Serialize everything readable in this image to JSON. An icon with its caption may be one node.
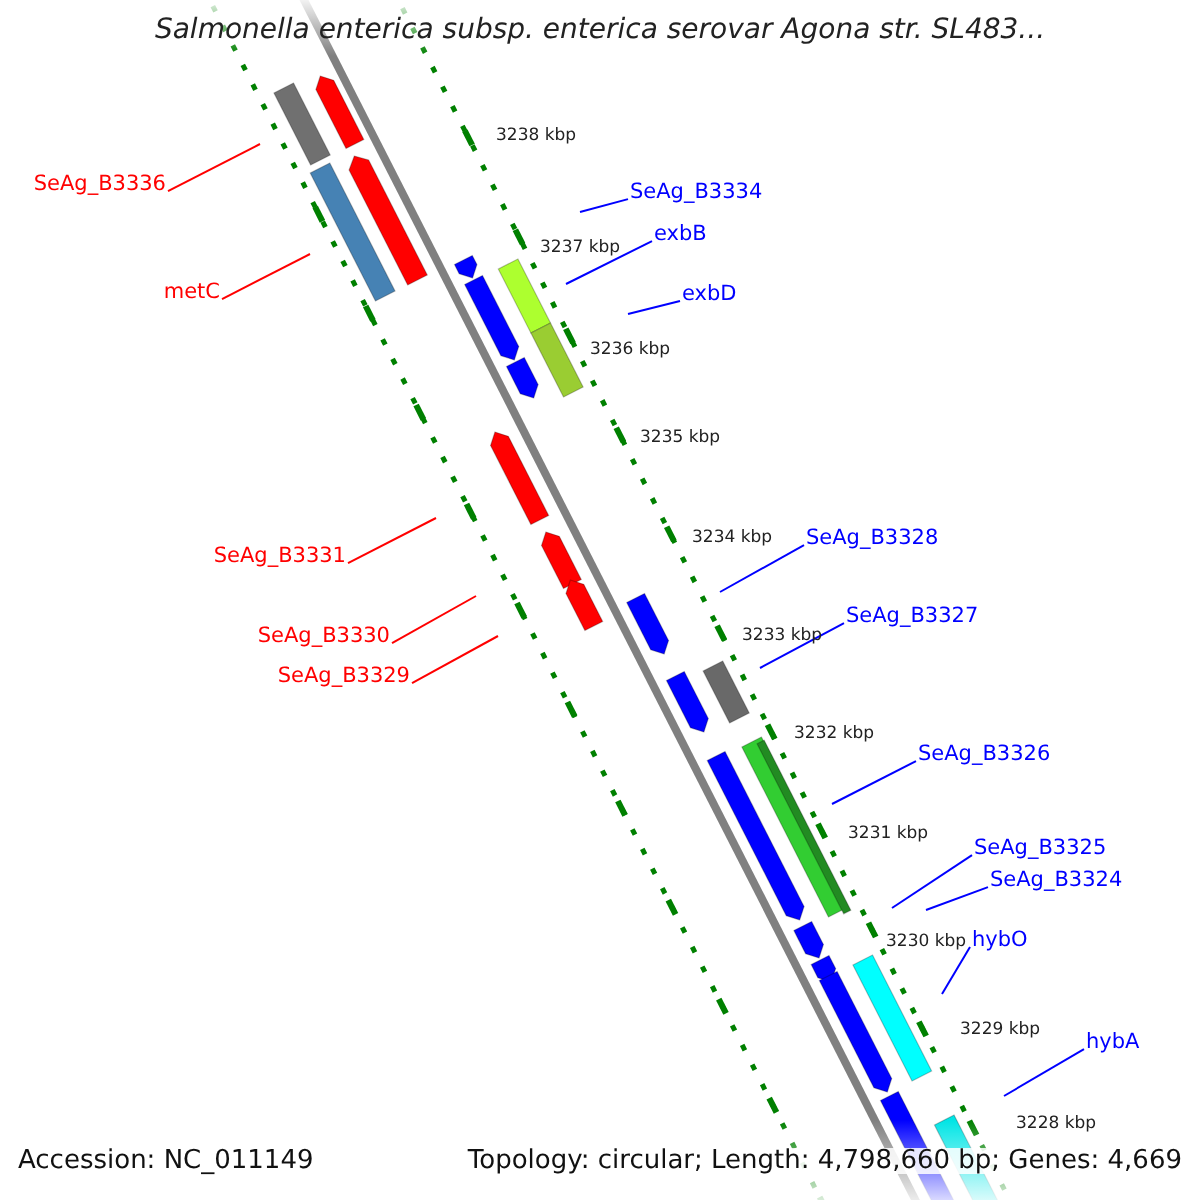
{
  "diagram": {
    "title": "Salmonella enterica subsp. enterica serovar Agona str. SL483...",
    "nodes": [
      {
        "text": [
          "SeAg_B3336"
        ]
      },
      {
        "text": [
          "SeAg_B3334"
        ]
      },
      {
        "text": [
          "exbB"
        ]
      },
      {
        "text": [
          "metC"
        ]
      },
      {
        "text": [
          "exbD"
        ]
      },
      {
        "text": [
          "SeAg_B3328"
        ]
      },
      {
        "text": [
          "SeAg_B3331"
        ]
      },
      {
        "text": [
          "SeAg_B3327"
        ]
      },
      {
        "text": [
          "SeAg_B3330"
        ]
      },
      {
        "text": [
          "SeAg_B3329"
        ]
      },
      {
        "text": [
          "SeAg_B3326"
        ]
      },
      {
        "text": [
          "SeAg_B3325"
        ]
      },
      {
        "text": [
          "SeAg_B3324"
        ]
      },
      {
        "text": [
          "hybO"
        ]
      },
      {
        "text": [
          "hybA"
        ]
      }
    ],
    "edges": [
      {
        "from": 0,
        "to": null,
        "arrow": "none",
        "color": "#ff0000"
      },
      {
        "from": 1,
        "to": null,
        "arrow": "none"
      },
      {
        "from": 2,
        "to": null,
        "arrow": "none"
      },
      {
        "from": 3,
        "to": null,
        "arrow": "none",
        "color": "#ff0000"
      },
      {
        "from": 4,
        "to": null,
        "arrow": "none"
      },
      {
        "from": 5,
        "to": null,
        "arrow": "none"
      },
      {
        "from": 6,
        "to": null,
        "arrow": "none",
        "color": "#ff0000"
      },
      {
        "from": 7,
        "to": null,
        "arrow": "none"
      },
      {
        "from": 8,
        "to": null,
        "arrow": "none",
        "color": "#ff0000"
      },
      {
        "from": 9,
        "to": null,
        "arrow": "none",
        "color": "#ff0000"
      },
      {
        "from": 10,
        "to": null,
        "arrow": "none"
      },
      {
        "from": 11,
        "to": null,
        "arrow": "none"
      },
      {
        "from": 12,
        "to": null,
        "arrow": "none"
      },
      {
        "from": 13,
        "to": null,
        "arrow": "none"
      },
      {
        "from": 14,
        "to": null,
        "arrow": "none"
      }
    ],
    "labels": [
      "3238 kbp",
      "3237 kbp",
      "3236 kbp",
      "3235 kbp",
      "3234 kbp",
      "3233 kbp",
      "3232 kbp",
      "3231 kbp",
      "3230 kbp",
      "3229 kbp",
      "3228 kbp",
      "Accession: NC_011149",
      "Topology: circular; Length: 4,798,660 bp; Genes: 4,669"
    ]
  }
}
